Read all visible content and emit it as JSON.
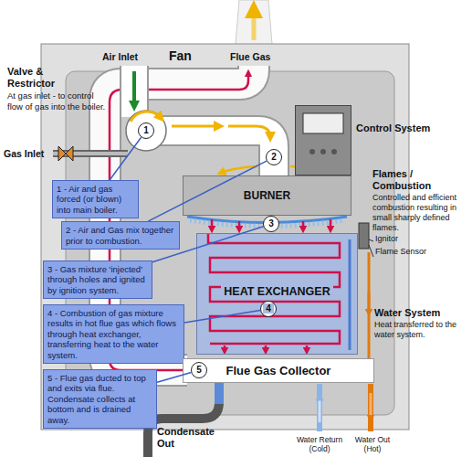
{
  "diagram": {
    "nodes": [
      {
        "text": [
          "Control System"
        ]
      },
      {
        "text": [
          "1 - Air and gas forced (or blown) into main boiler."
        ]
      },
      {
        "text": [
          "2 - Air and Gas mix together prior to combustion."
        ]
      },
      {
        "text": [
          "3 - Gas mixture 'injected' through holes and ignited by ignition system."
        ]
      },
      {
        "text": [
          "4 - Combustion of gas mixture results in hot flue gas which flows through heat exchanger, transferring heat to the water system."
        ]
      },
      {
        "text": [
          "5 - Flue gas ducted to top and exits via flue. Condensate collects at bottom and is drained away."
        ]
      },
      {
        "text": [
          "BURNER"
        ]
      },
      {
        "text": [
          "HEAT EXCHANGER"
        ]
      },
      {
        "text": [
          "Flue Gas Collector"
        ]
      },
      {
        "text": [
          "1"
        ]
      },
      {
        "text": [
          "2"
        ]
      },
      {
        "text": [
          "3"
        ]
      },
      {
        "text": [
          "4"
        ],
        "in": 7
      },
      {
        "text": [
          "5"
        ]
      }
    ],
    "edges": [
      {
        "from": 1,
        "to": 9,
        "arrow": "none"
      },
      {
        "from": 2,
        "to": 10,
        "arrow": "none"
      },
      {
        "from": 3,
        "to": 11,
        "arrow": "none"
      },
      {
        "from": 4,
        "to": 12,
        "arrow": "none"
      },
      {
        "from": 5,
        "to": 13,
        "arrow": "none"
      }
    ],
    "labels": [
      "Valve & Restrictor",
      "At gas inlet - to control flow of gas into the boiler.",
      "Gas Inlet",
      "Air Inlet",
      "Fan",
      "Flue Gas",
      "Flames / Combustion",
      "Controlled and efficient combustion resulting in small sharply defined flames.",
      "Ignitor",
      "Flame Sensor",
      "Water System",
      "Heat transferred to the water system.",
      "Condensate Out",
      "Water Return (Cold)",
      "Water Out (Hot)"
    ]
  }
}
